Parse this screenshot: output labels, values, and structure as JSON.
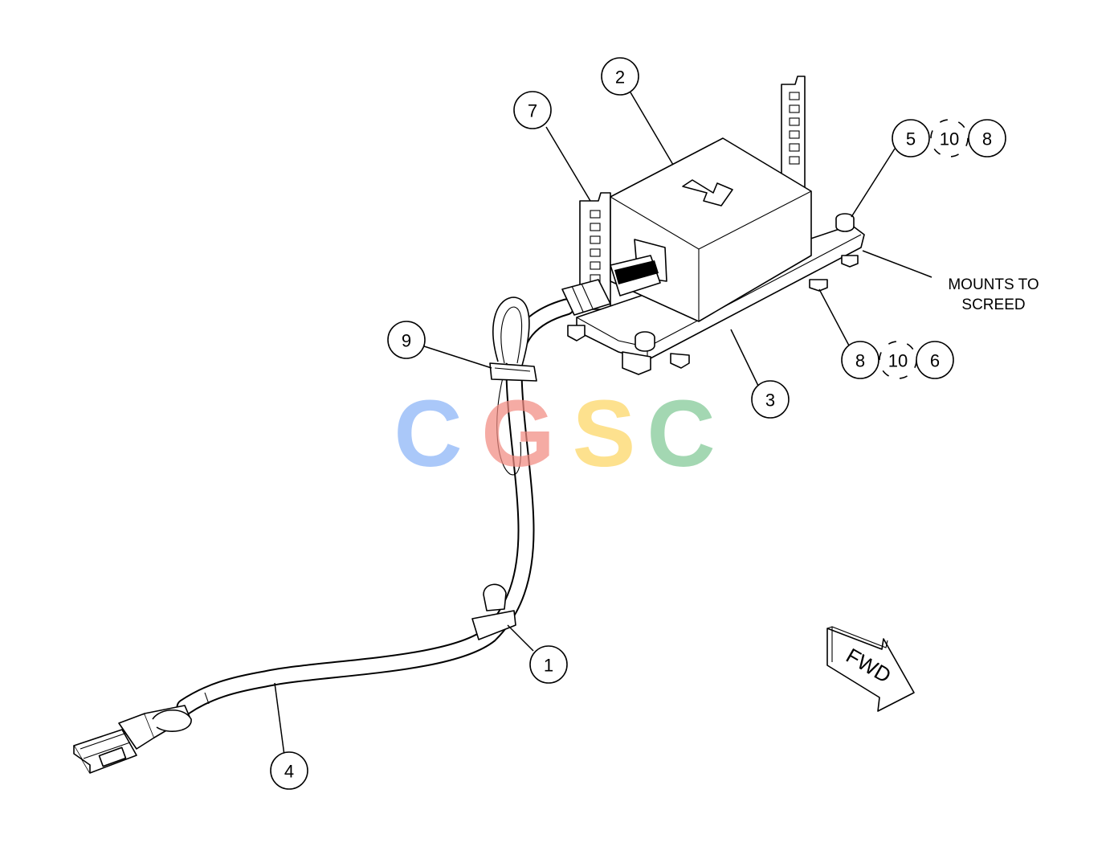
{
  "callouts": {
    "c1": "1",
    "c2": "2",
    "c3": "3",
    "c4": "4",
    "c5": "5",
    "c6": "6",
    "c7": "7",
    "c8a": "8",
    "c8b": "8",
    "c9": "9",
    "c10a": "10",
    "c10b": "10"
  },
  "note": {
    "line1": "MOUNTS TO",
    "line2": "SCREED"
  },
  "direction_label": "FWD",
  "watermark": {
    "letters": [
      "C",
      "G",
      "S",
      "C"
    ],
    "colors": [
      "#8ab4f8",
      "#f28b82",
      "#fdd663",
      "#81c995"
    ]
  }
}
